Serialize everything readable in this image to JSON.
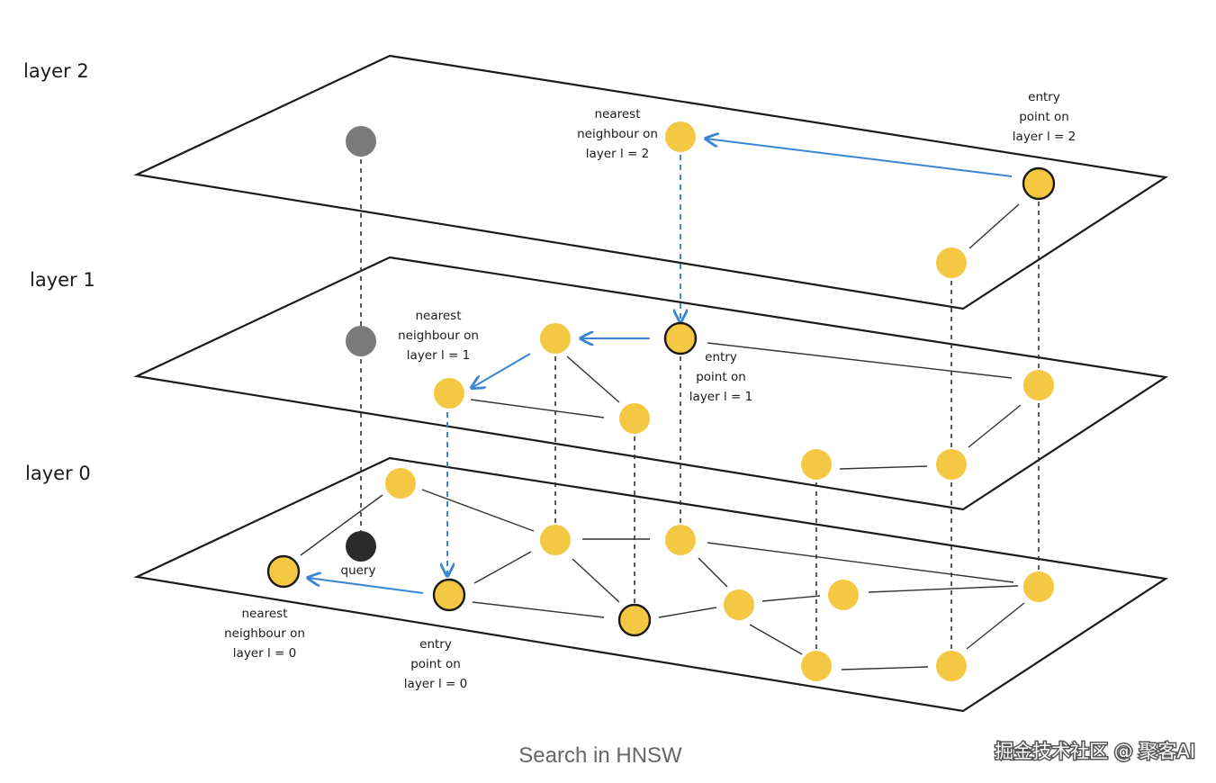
{
  "colors": {
    "node_fill": "#F4C842",
    "node_gray": "#7a7a7a",
    "query_fill": "#2b2b2b",
    "plane_stroke": "#1a1a1a",
    "search_arrow": "#3a86d4",
    "edge": "#333333",
    "caption": "#666666"
  },
  "layer_labels": {
    "layer2": "layer 2",
    "layer1": "layer 1",
    "layer0": "layer 0"
  },
  "annotations": {
    "nn2": [
      "nearest",
      "neighbour on",
      "layer l = 2"
    ],
    "ep2": [
      "entry",
      "point on",
      "layer l = 2"
    ],
    "nn1": [
      "nearest",
      "neighbour on",
      "layer l = 1"
    ],
    "ep1": [
      "entry",
      "point on",
      "layer l = 1"
    ],
    "nn0": [
      "nearest",
      "neighbour on",
      "layer l = 0"
    ],
    "ep0": [
      "entry",
      "point on",
      "layer l = 0"
    ],
    "query": "query"
  },
  "caption": "Search in HNSW",
  "watermark": "掘金技术社区 @ 聚客AI"
}
